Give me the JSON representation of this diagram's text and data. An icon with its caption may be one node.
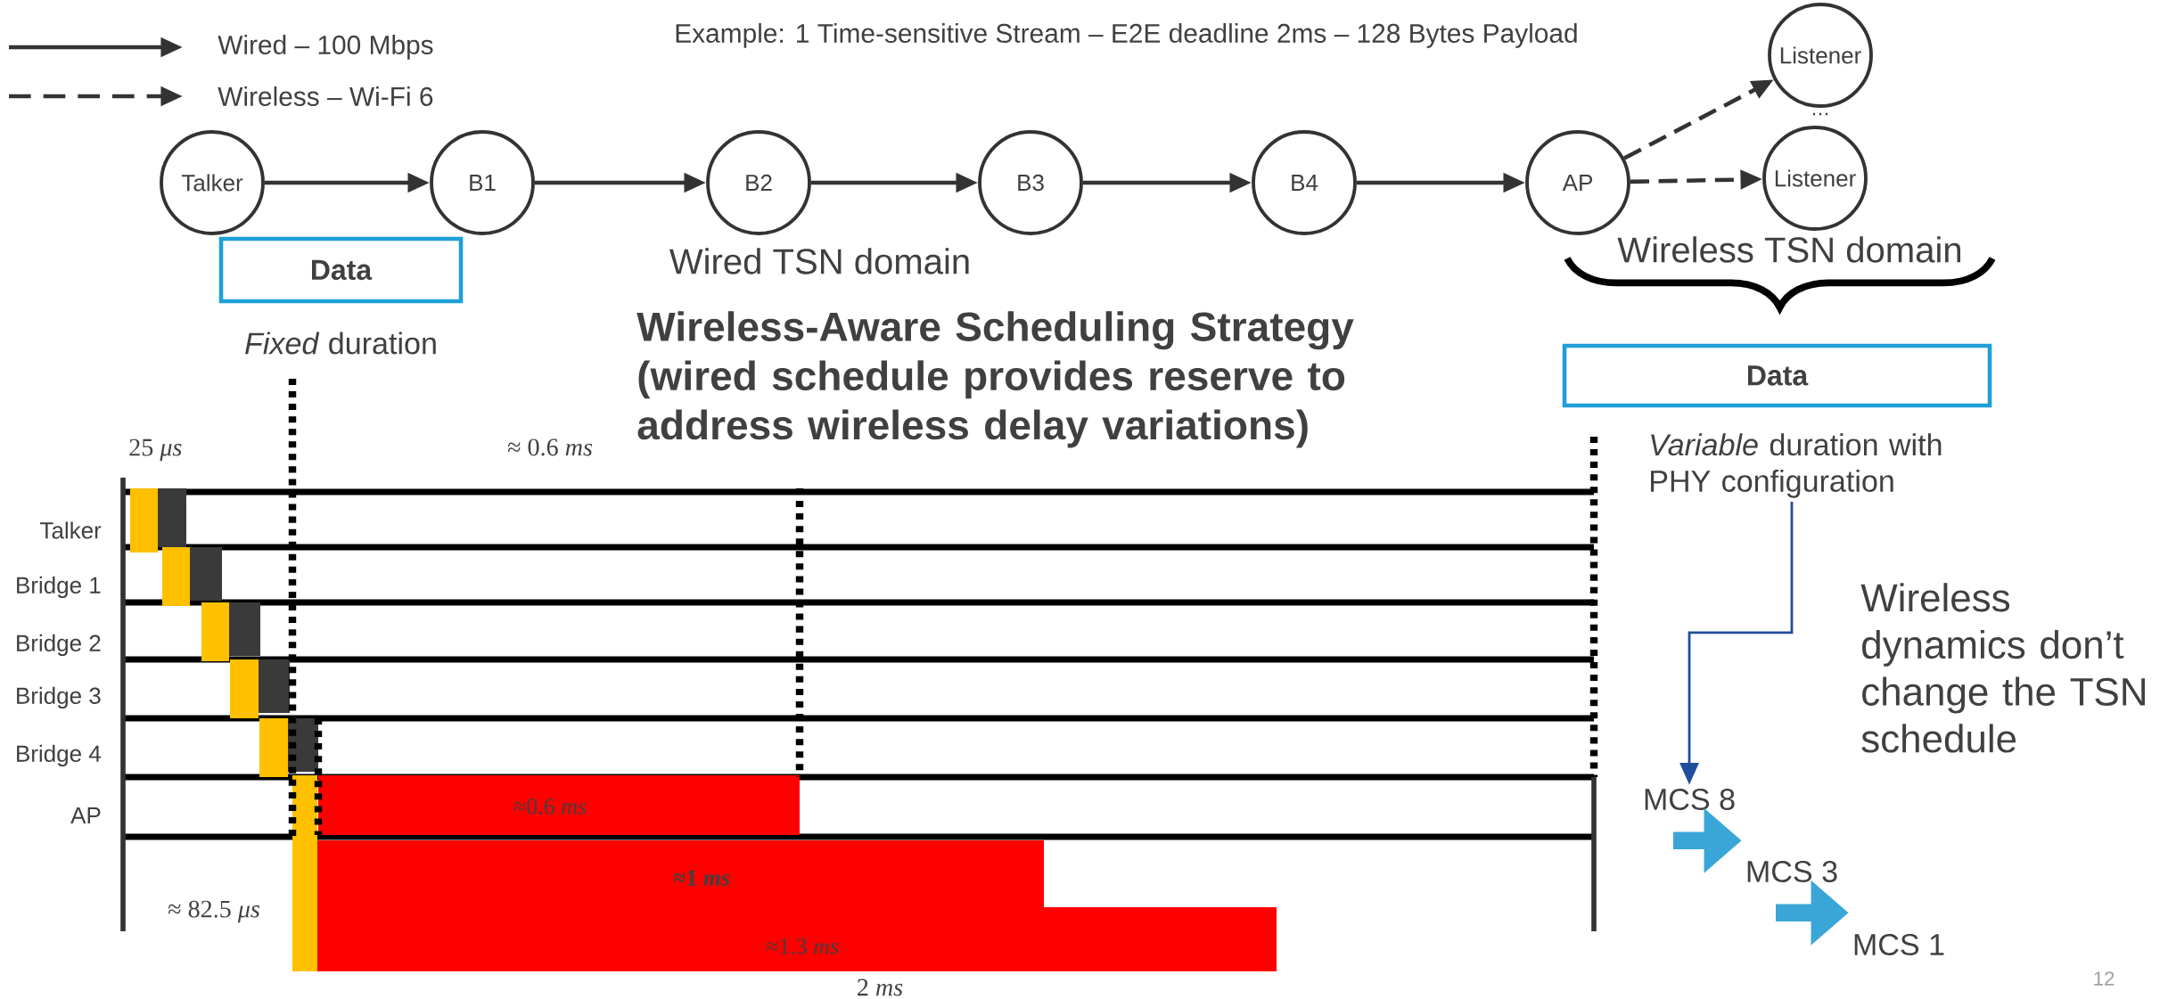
{
  "diagram": {
    "title": "Example: 1 Time-sensitive Stream – E2E deadline 2ms –  128 Bytes Payload",
    "nodes": [
      {
        "text": [
          "Talker"
        ]
      },
      {
        "text": [
          "B1"
        ]
      },
      {
        "text": [
          "B2"
        ]
      },
      {
        "text": [
          "B3"
        ]
      },
      {
        "text": [
          "B4"
        ]
      },
      {
        "text": [
          "AP"
        ]
      },
      {
        "text": [
          "Listener"
        ]
      },
      {
        "text": [
          "Listener"
        ]
      },
      {
        "text": [
          "Data"
        ],
        "beside": [
          "*Fixed* duration"
        ]
      },
      {
        "text": [
          "Data"
        ]
      },
      {
        "text": [
          "*Variable* duration with PHY configuration"
        ]
      },
      {
        "text": [
          "MCS 8"
        ]
      },
      {
        "text": [
          "MCS 3"
        ]
      },
      {
        "text": [
          "MCS 1"
        ]
      }
    ],
    "edges": [
      {
        "from": 0,
        "to": 1,
        "arrow": "to"
      },
      {
        "from": 1,
        "to": 2,
        "arrow": "to"
      },
      {
        "from": 2,
        "to": 3,
        "arrow": "to"
      },
      {
        "from": 3,
        "to": 4,
        "arrow": "to"
      },
      {
        "from": 4,
        "to": 5,
        "arrow": "to"
      },
      {
        "from": 5,
        "to": 6,
        "arrow": "to",
        "style": "dashed"
      },
      {
        "from": 5,
        "to": 7,
        "arrow": "to",
        "style": "dashed"
      },
      {
        "from": 10,
        "to": 11,
        "arrow": "to",
        "color": "#1f4e9c"
      },
      {
        "from": 11,
        "to": 12,
        "arrow": "to",
        "style": "thick",
        "color": "#3aa6d8"
      },
      {
        "from": 12,
        "to": 13,
        "arrow": "to",
        "style": "thick",
        "color": "#3aa6d8"
      }
    ],
    "labels": [
      "…",
      "Wired TSN domain",
      "Wireless TSN domain",
      "Wireless-Aware Scheduling Strategy (wired schedule provides reserve to address wireless delay variations)",
      "25 *μs*",
      "≈ 0.6 *ms*",
      "Talker",
      "Bridge 1",
      "Bridge 2",
      "Bridge 3",
      "Bridge 4",
      "AP",
      "≈0.6 *ms*",
      "≈1 *ms*",
      "≈ 82.5  *μs*",
      "≈1.3 *ms*",
      "2 *ms*",
      "Wireless dynamics don’t change the TSN schedule",
      "12"
    ],
    "legend": [
      {
        "text": "Wired – 100 Mbps"
      },
      {
        "text": "Wireless – Wi-Fi 6"
      }
    ]
  }
}
